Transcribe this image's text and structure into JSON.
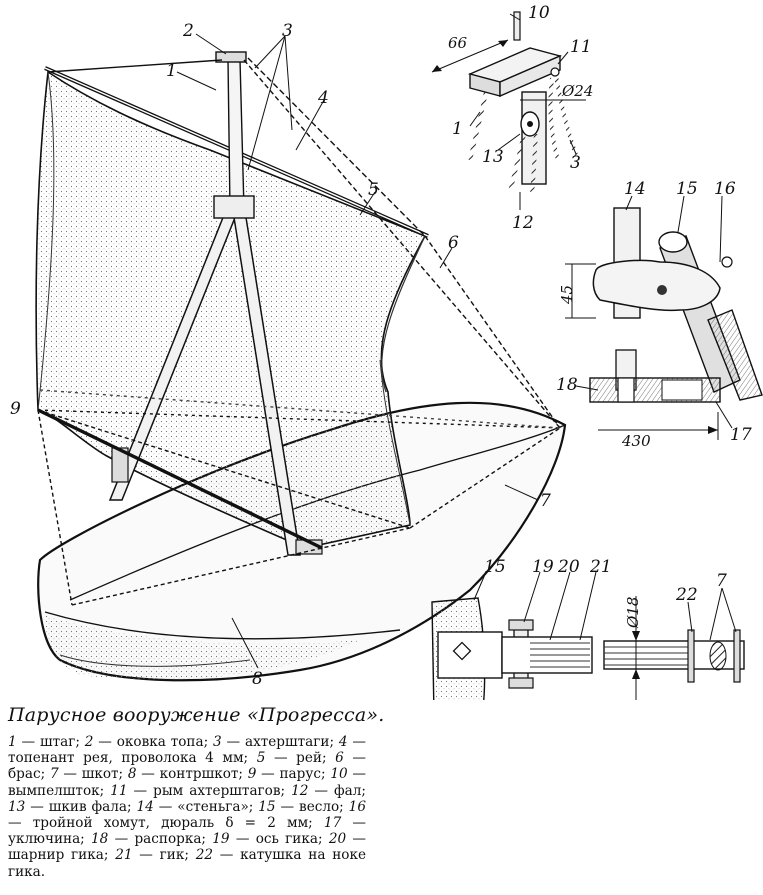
{
  "callouts": [
    "1",
    "2",
    "3",
    "4",
    "5",
    "6",
    "7",
    "8",
    "9",
    "10",
    "11",
    "12",
    "13",
    "14",
    "15",
    "16",
    "17",
    "18",
    "19",
    "20",
    "21",
    "22"
  ],
  "detail_callouts": {
    "top": [
      "10",
      "11",
      "1",
      "13",
      "12",
      "3"
    ],
    "hinge": [
      "14",
      "15",
      "16",
      "18",
      "17"
    ],
    "boom": [
      "15",
      "19",
      "20",
      "21",
      "22",
      "7"
    ]
  },
  "dimensions": {
    "d66": "66",
    "d24": "Ø24",
    "d45": "45",
    "d430": "430",
    "d18": "Ø18"
  },
  "caption": {
    "title": "Парусное вооружение «Прогресса».",
    "legend": [
      {
        "n": "1",
        "t": "штаг;"
      },
      {
        "n": "2",
        "t": "оковка топа;"
      },
      {
        "n": "3",
        "t": "ахтерштаги;"
      },
      {
        "n": "4",
        "t": "топенант рея, проволока 4 мм;"
      },
      {
        "n": "5",
        "t": "рей;"
      },
      {
        "n": "6",
        "t": "брас;"
      },
      {
        "n": "7",
        "t": "шкот;"
      },
      {
        "n": "8",
        "t": "контршкот;"
      },
      {
        "n": "9",
        "t": "парус;"
      },
      {
        "n": "10",
        "t": "вымпелшток;"
      },
      {
        "n": "11",
        "t": "рым ахтерштагов;"
      },
      {
        "n": "12",
        "t": "фал;"
      },
      {
        "n": "13",
        "t": "шкив фала;"
      },
      {
        "n": "14",
        "t": "«стеньга»;"
      },
      {
        "n": "15",
        "t": "весло;"
      },
      {
        "n": "16",
        "t": "тройной хомут, дюраль δ = 2 мм;"
      },
      {
        "n": "17",
        "t": "уключина;"
      },
      {
        "n": "18",
        "t": "распорка;"
      },
      {
        "n": "19",
        "t": "ось гика;"
      },
      {
        "n": "20",
        "t": "шарнир гика;"
      },
      {
        "n": "21",
        "t": "гик;"
      },
      {
        "n": "22",
        "t": "катушка на ноке гика."
      }
    ]
  }
}
